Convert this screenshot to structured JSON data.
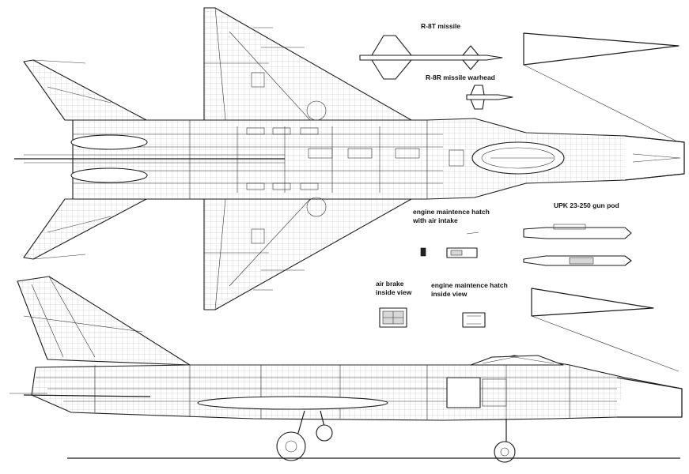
{
  "labels": {
    "r8t": "R-8T missile",
    "r8r": "R-8R missile warhead",
    "upk": "UPK 23-250 gun pod",
    "hatch_intake_1": "engine maintence hatch",
    "hatch_intake_2": "with air intake",
    "air_brake_1": "air brake",
    "air_brake_2": "inside view",
    "hatch_inside_1": "engine maintence hatch",
    "hatch_inside_2": "inside view"
  }
}
